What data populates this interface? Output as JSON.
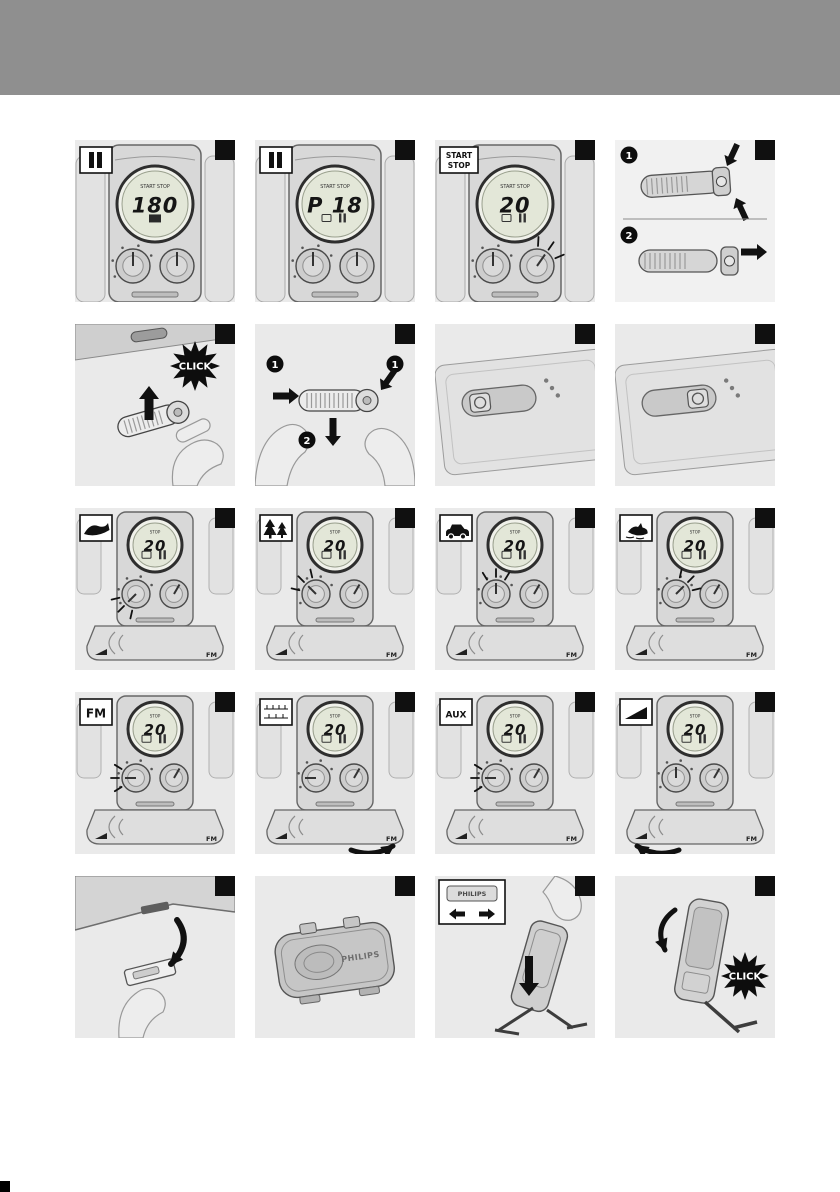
{
  "page": {
    "kind": "instruction-manual-page",
    "header_color": "#8f8f8f",
    "background": "#ffffff",
    "panel_background": "#eaeaea",
    "badge_color": "#101010"
  },
  "shared": {
    "click_label": "CLICK",
    "brand": "PHILIPS",
    "lcd_stop_label": "STOP",
    "lcd_start_stop_label": "START STOP",
    "base_fm_label": "FM"
  },
  "panels": [
    {
      "name": "panel-pause-countdown",
      "type": "deviceTop",
      "corner": {
        "kind": "pause"
      },
      "display": {
        "label": "START STOP",
        "value": "180",
        "progress": true
      }
    },
    {
      "name": "panel-pause-program",
      "type": "deviceTop",
      "corner": {
        "kind": "pause"
      },
      "display": {
        "label": "START STOP",
        "value": "P 18"
      }
    },
    {
      "name": "panel-start-stop",
      "type": "deviceTop",
      "corner": {
        "kind": "text2",
        "lines": [
          "START",
          "STOP"
        ]
      },
      "display": {
        "label": "START STOP",
        "value": "20"
      },
      "spark": "right"
    },
    {
      "name": "panel-battery-install",
      "type": "battery",
      "steps": [
        "1",
        "2"
      ]
    },
    {
      "name": "panel-insert-cartridge",
      "type": "insertClick",
      "click": "CLICK"
    },
    {
      "name": "panel-cartridge-ends",
      "type": "holdCartridge",
      "steps": [
        "1",
        "1",
        "2"
      ]
    },
    {
      "name": "panel-top-slider-a",
      "type": "slider",
      "variant": "a"
    },
    {
      "name": "panel-top-slider-b",
      "type": "slider",
      "variant": "b"
    },
    {
      "name": "panel-sound-waves",
      "type": "deviceFull",
      "corner": {
        "kind": "icon",
        "icon": "waves-icon"
      },
      "display": {
        "label": "STOP",
        "value": "20"
      },
      "spark_angle": 225,
      "pointer": 225
    },
    {
      "name": "panel-sound-forest",
      "type": "deviceFull",
      "corner": {
        "kind": "icon",
        "icon": "forest-icon"
      },
      "display": {
        "label": "STOP",
        "value": "20"
      },
      "spark_angle": 135,
      "pointer": 135
    },
    {
      "name": "panel-sound-car",
      "type": "deviceFull",
      "corner": {
        "kind": "icon",
        "icon": "car-icon"
      },
      "display": {
        "label": "STOP",
        "value": "20"
      },
      "spark_angle": 90,
      "pointer": 90
    },
    {
      "name": "panel-sound-birds",
      "type": "deviceFull",
      "corner": {
        "kind": "icon",
        "icon": "birds-icon"
      },
      "display": {
        "label": "STOP",
        "value": "20"
      },
      "spark_angle": 45,
      "pointer": 45
    },
    {
      "name": "panel-mode-fm",
      "type": "deviceFull",
      "corner": {
        "kind": "text",
        "text": "FM"
      },
      "display": {
        "label": "STOP",
        "value": "20"
      },
      "spark_angle": 180,
      "pointer": 180
    },
    {
      "name": "panel-tune-fm",
      "type": "deviceFull",
      "corner": {
        "kind": "icon",
        "icon": "frequency-scale-icon"
      },
      "display": {
        "label": "STOP",
        "value": "20"
      },
      "pointer": 180,
      "arrow": "tune"
    },
    {
      "name": "panel-mode-aux",
      "type": "deviceFull",
      "corner": {
        "kind": "text",
        "text": "AUX"
      },
      "display": {
        "label": "STOP",
        "value": "20"
      },
      "spark_angle": 180,
      "pointer": 180
    },
    {
      "name": "panel-volume",
      "type": "deviceFull",
      "corner": {
        "kind": "icon",
        "icon": "volume-icon"
      },
      "display": {
        "label": "STOP",
        "value": "20"
      },
      "pointer": 90,
      "arrow": "volume"
    },
    {
      "name": "panel-mount-under-cabinet",
      "type": "mount"
    },
    {
      "name": "panel-back-view",
      "type": "backView",
      "brand": "PHILIPS"
    },
    {
      "name": "panel-attach-stand",
      "type": "attachStand",
      "brand": "PHILIPS"
    },
    {
      "name": "panel-stand-click",
      "type": "standClick",
      "click": "CLICK"
    }
  ]
}
